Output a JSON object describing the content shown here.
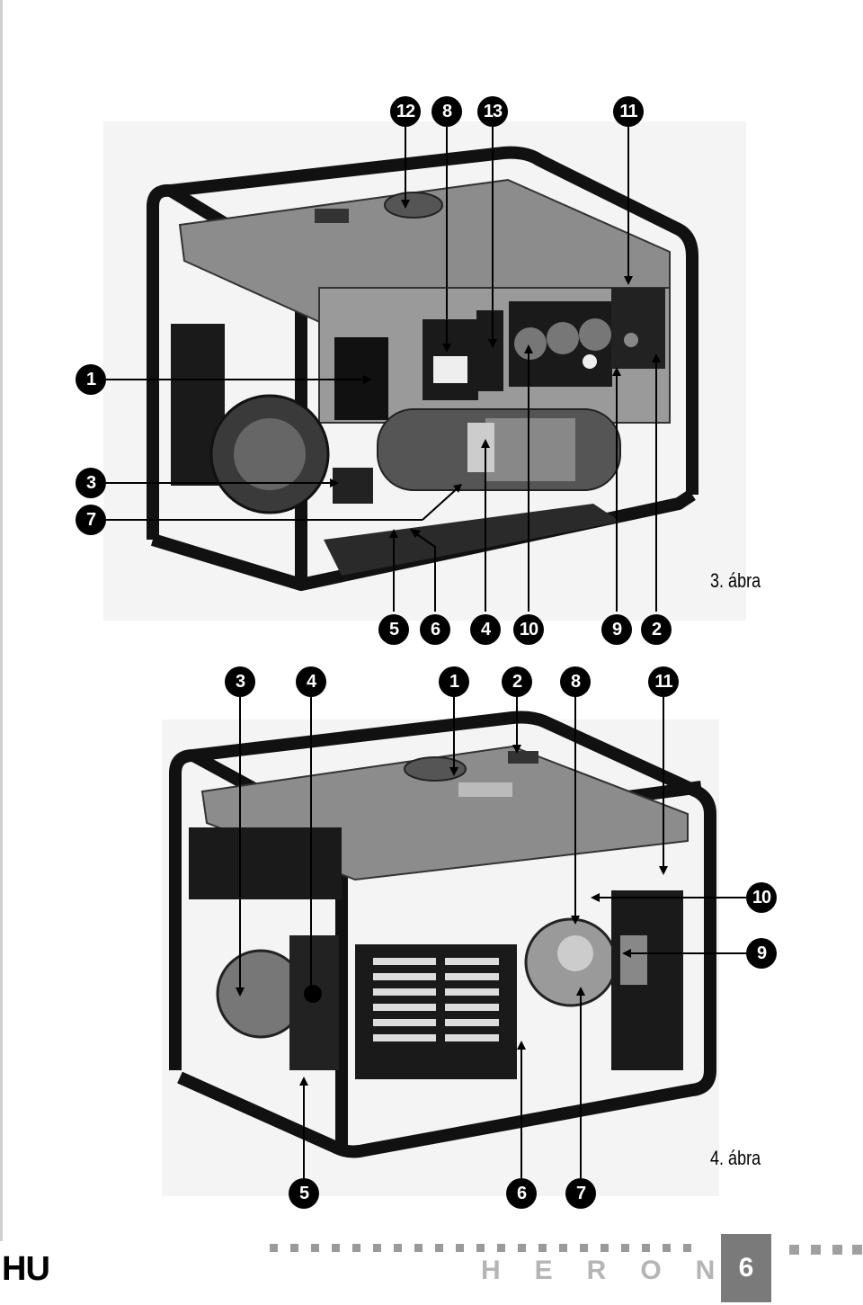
{
  "figure3": {
    "caption": "3. ábra",
    "callouts": [
      "12",
      "8",
      "13",
      "11",
      "1",
      "3",
      "7",
      "5",
      "6",
      "4",
      "10",
      "9",
      "2"
    ]
  },
  "figure4": {
    "caption": "4. ábra",
    "callouts": [
      "3",
      "4",
      "1",
      "2",
      "8",
      "11",
      "10",
      "9",
      "5",
      "6",
      "7"
    ]
  },
  "footer": {
    "language": "HU",
    "brand": "HERON",
    "page_number": "6"
  },
  "colors": {
    "callout_bg": "#000000",
    "footer_gray": "#7a7a7a",
    "dots": "#9a9a9a"
  }
}
